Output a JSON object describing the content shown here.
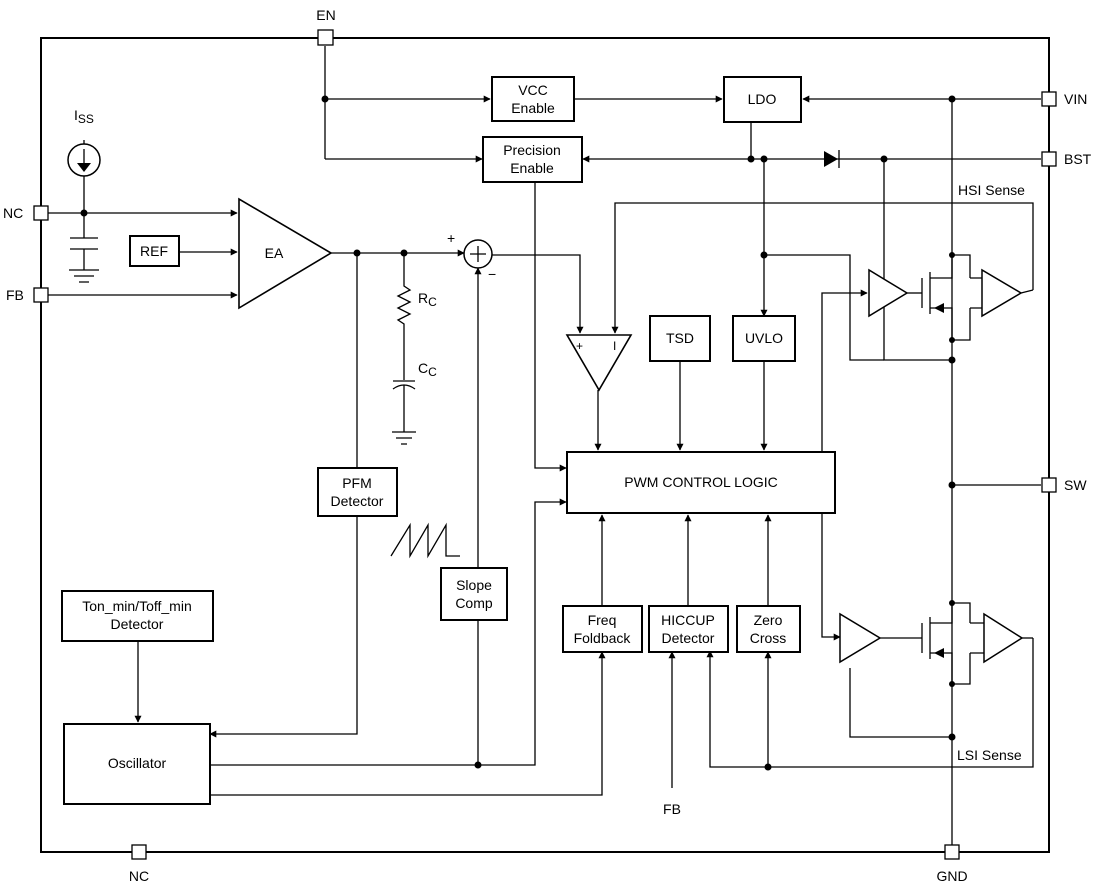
{
  "pins": {
    "en": "EN",
    "vin": "VIN",
    "bst": "BST",
    "sw": "SW",
    "gnd": "GND",
    "nc_left": "NC",
    "nc_bottom": "NC",
    "fb": "FB"
  },
  "blocks": {
    "vcc_enable": [
      "VCC",
      "Enable"
    ],
    "ldo": "LDO",
    "precision_enable": [
      "Precision",
      "Enable"
    ],
    "ref": "REF",
    "ea": "EA",
    "tsd": "TSD",
    "uvlo": "UVLO",
    "pwm_logic": "PWM CONTROL LOGIC",
    "pfm_detector": [
      "PFM",
      "Detector"
    ],
    "slope_comp": [
      "Slope",
      "Comp"
    ],
    "ton_toff_detector": [
      "Ton_min/Toff_min",
      "Detector"
    ],
    "oscillator": "Oscillator",
    "freq_foldback": [
      "Freq",
      "Foldback"
    ],
    "hiccup_detector": [
      "HICCUP",
      "Detector"
    ],
    "zero_cross": [
      "Zero",
      "Cross"
    ]
  },
  "labels": {
    "iss_main": "I",
    "iss_sub": "SS",
    "rc_main": "R",
    "rc_sub": "C",
    "cc_main": "C",
    "cc_sub": "C",
    "hsi_sense": "HSI Sense",
    "lsi_sense": "LSI Sense",
    "fb_bottom": "FB",
    "sum_plus": "+",
    "sum_minus": "−",
    "comp_plus": "+",
    "comp_minus": "I"
  }
}
